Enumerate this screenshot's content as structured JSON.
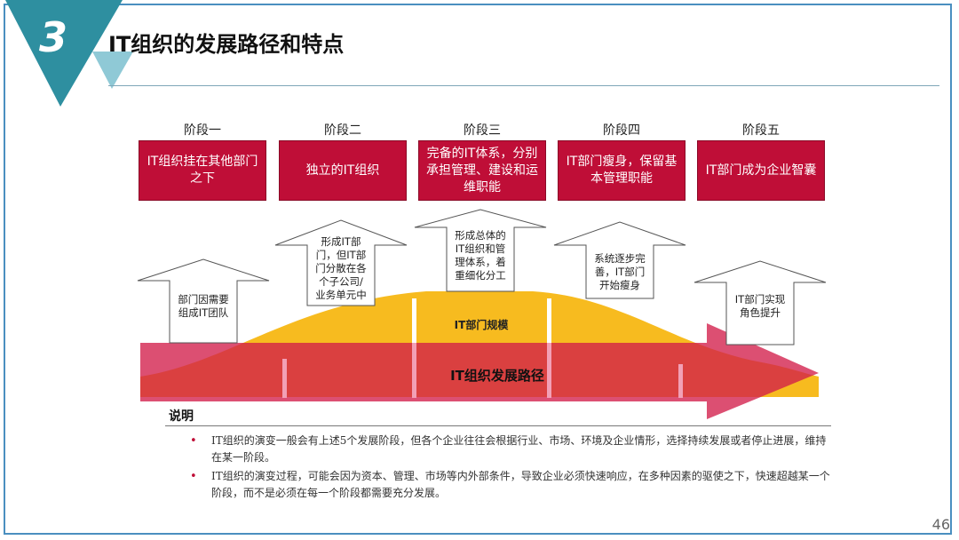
{
  "header": {
    "section_number": "3",
    "title": "IT组织的发展路径和特点"
  },
  "stages": [
    {
      "label": "阶段一",
      "box": "IT组织挂在其他部门之下",
      "arrow": [
        "部门因需要",
        "组成IT团队"
      ]
    },
    {
      "label": "阶段二",
      "box": "独立的IT组织",
      "arrow": [
        "形成IT部",
        "门，但IT部",
        "门分散在各",
        "个子公司/",
        "业务单元中"
      ]
    },
    {
      "label": "阶段三",
      "box": "完备的IT体系，分别承担管理、建设和运维职能",
      "arrow": [
        "形成总体的",
        "IT组织和管",
        "理体系，着",
        "重细化分工"
      ]
    },
    {
      "label": "阶段四",
      "box": "IT部门瘦身，保留基本管理职能",
      "arrow": [
        "系统逐步完",
        "善，IT部门",
        "开始瘦身"
      ]
    },
    {
      "label": "阶段五",
      "box": "IT部门成为企业智囊",
      "arrow": [
        "IT部门实现",
        "角色提升"
      ]
    }
  ],
  "diagram": {
    "scale_label": "IT部门规模",
    "path_label": "IT组织发展路径"
  },
  "notes": {
    "title": "说明",
    "items": [
      "IT组织的演变一般会有上述5个发展阶段，但各个企业往往会根据行业、市场、环境及企业情形，选择持续发展或者停止进展，维持在某一阶段。",
      "IT组织的演变过程，可能会因为资本、管理、市场等内外部条件，导致企业必须快速响应，在多种因素的驱使之下，快速超越某一个阶段，而不是必须在每一个阶段都需要充分发展。"
    ]
  },
  "page_number": "46",
  "colors": {
    "brand_red": "#bf0e37",
    "teal": "#2e8fa0",
    "gold": "#f7bb1f"
  }
}
